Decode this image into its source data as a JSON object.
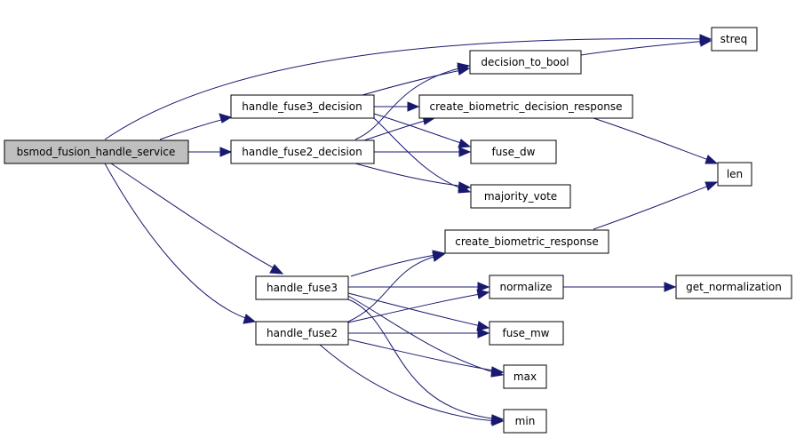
{
  "colors": {
    "edge": "#191970",
    "root_fill": "#bfbfbf",
    "node_fill": "#ffffff",
    "border": "#000000"
  },
  "nodes": [
    {
      "id": "root",
      "label": "bsmod_fusion_handle_service"
    },
    {
      "id": "hf3d",
      "label": "handle_fuse3_decision"
    },
    {
      "id": "hf2d",
      "label": "handle_fuse2_decision"
    },
    {
      "id": "hf3",
      "label": "handle_fuse3"
    },
    {
      "id": "hf2",
      "label": "handle_fuse2"
    },
    {
      "id": "streq",
      "label": "streq"
    },
    {
      "id": "dtb",
      "label": "decision_to_bool"
    },
    {
      "id": "cbdr",
      "label": "create_biometric_decision_response"
    },
    {
      "id": "fdw",
      "label": "fuse_dw"
    },
    {
      "id": "mv",
      "label": "majority_vote"
    },
    {
      "id": "len",
      "label": "len"
    },
    {
      "id": "cbr",
      "label": "create_biometric_response"
    },
    {
      "id": "norm",
      "label": "normalize"
    },
    {
      "id": "getn",
      "label": "get_normalization"
    },
    {
      "id": "fmw",
      "label": "fuse_mw"
    },
    {
      "id": "max",
      "label": "max"
    },
    {
      "id": "min",
      "label": "min"
    }
  ],
  "edges": [
    [
      "root",
      "streq"
    ],
    [
      "root",
      "hf3d"
    ],
    [
      "root",
      "hf2d"
    ],
    [
      "root",
      "hf3"
    ],
    [
      "root",
      "hf2"
    ],
    [
      "hf3d",
      "dtb"
    ],
    [
      "hf3d",
      "cbdr"
    ],
    [
      "hf3d",
      "fdw"
    ],
    [
      "hf3d",
      "mv"
    ],
    [
      "hf2d",
      "dtb"
    ],
    [
      "hf2d",
      "cbdr"
    ],
    [
      "hf2d",
      "fdw"
    ],
    [
      "hf2d",
      "mv"
    ],
    [
      "dtb",
      "streq"
    ],
    [
      "cbdr",
      "len"
    ],
    [
      "cbr",
      "len"
    ],
    [
      "hf3",
      "cbr"
    ],
    [
      "hf3",
      "norm"
    ],
    [
      "hf3",
      "fmw"
    ],
    [
      "hf3",
      "max"
    ],
    [
      "hf3",
      "min"
    ],
    [
      "hf2",
      "cbr"
    ],
    [
      "hf2",
      "norm"
    ],
    [
      "hf2",
      "fmw"
    ],
    [
      "hf2",
      "max"
    ],
    [
      "hf2",
      "min"
    ],
    [
      "norm",
      "getn"
    ]
  ]
}
